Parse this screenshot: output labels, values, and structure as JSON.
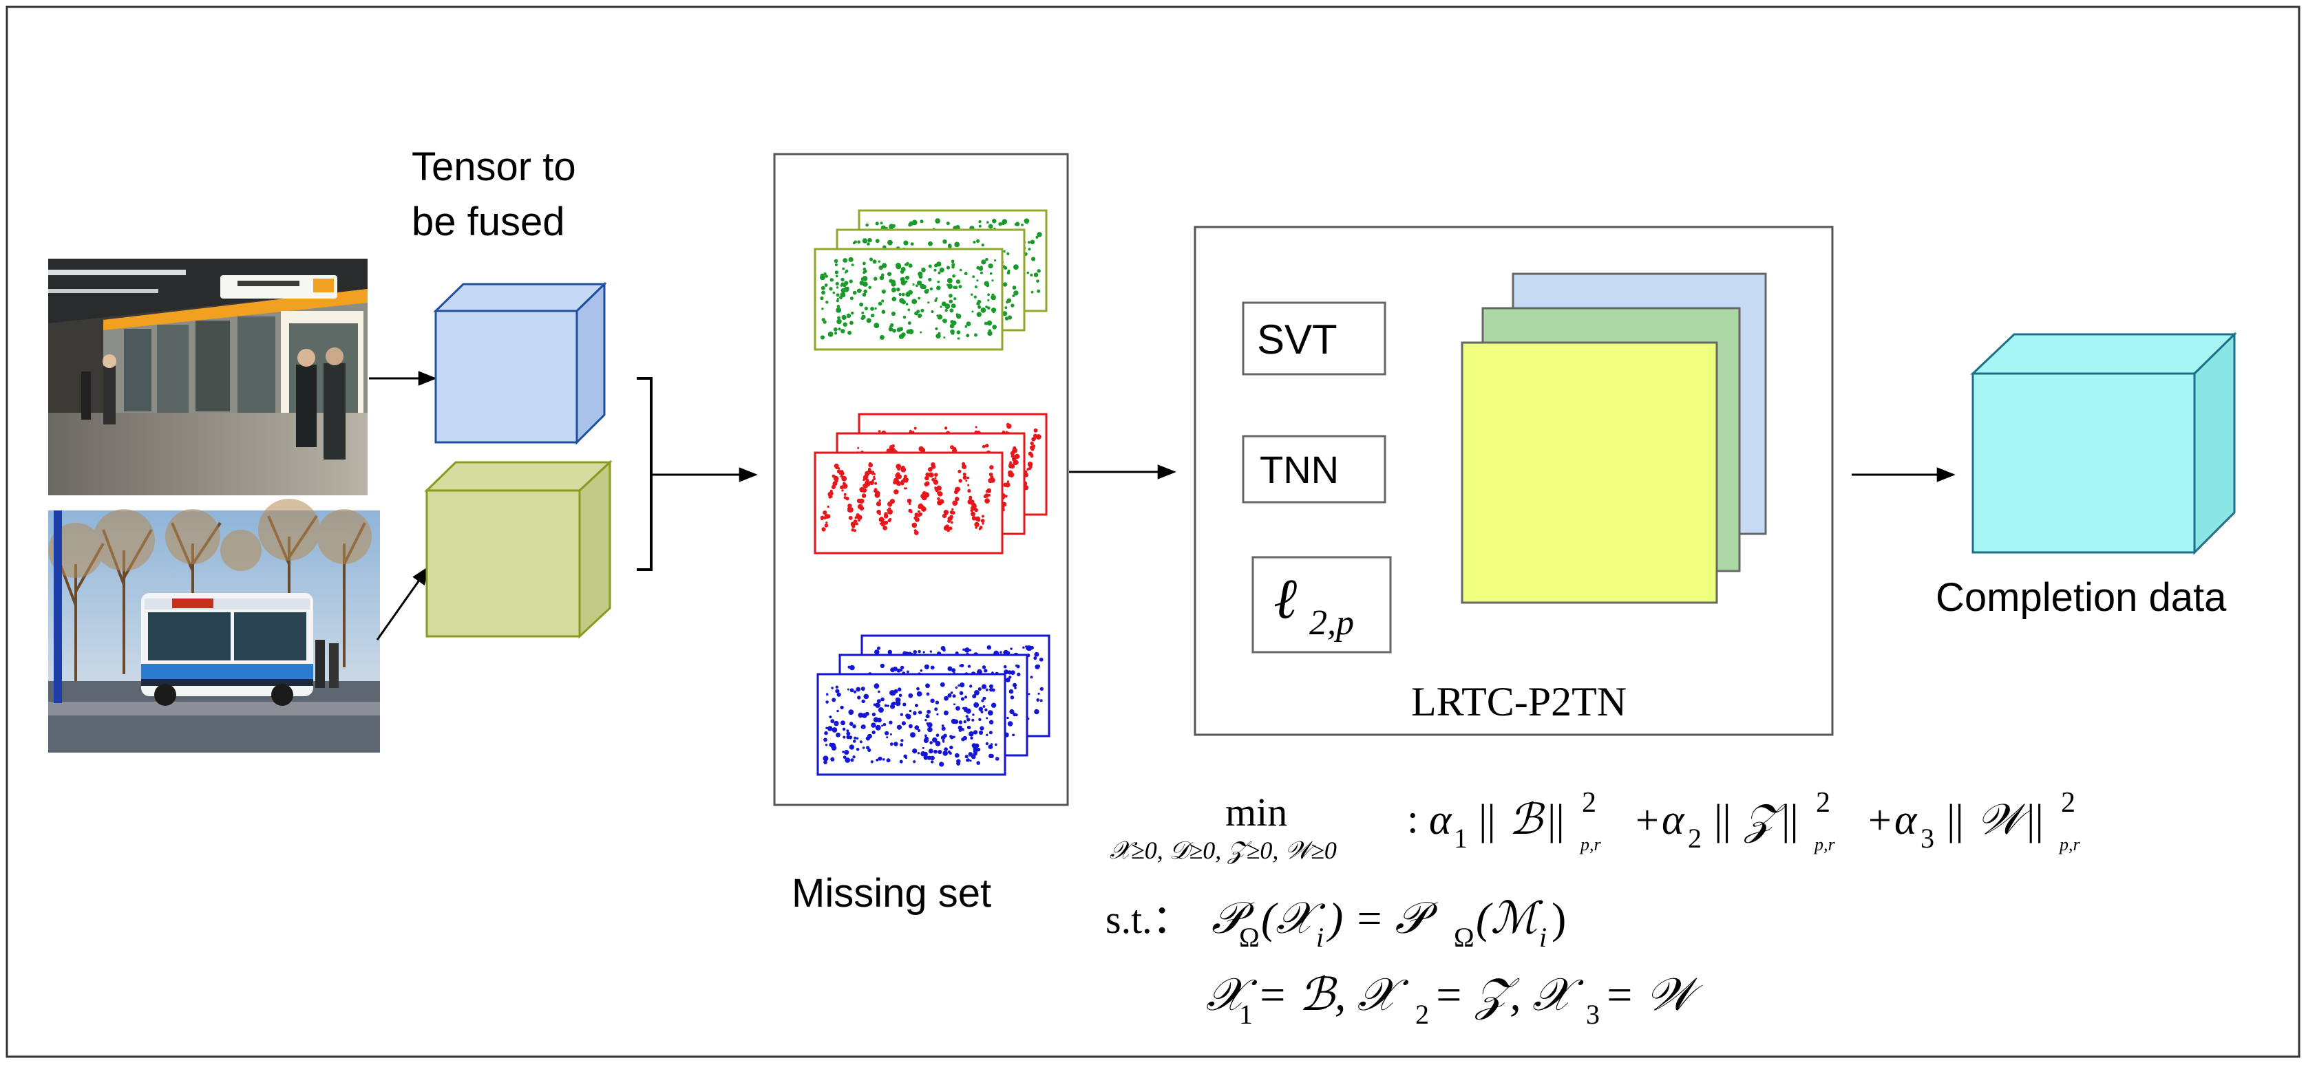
{
  "labels": {
    "tensor_title_line1": "Tensor to",
    "tensor_title_line2": "be fused",
    "missing_set": "Missing set",
    "completion": "Completion data",
    "method_name": "LRTC-P2TN"
  },
  "methods": {
    "svt": "SVT",
    "tnn": "TNN",
    "l2p_symbol": "ℓ",
    "l2p_subscript": "2,p"
  },
  "formula": {
    "min": "min",
    "min_sub": "𝒳≥0, 𝒟≥0, 𝒵≥0, 𝒲≥0",
    "objective_colon": ":",
    "alpha": "α",
    "a1": "1",
    "a2": "2",
    "a3": "3",
    "plus": "+",
    "norm": "||",
    "B": "ℬ",
    "Z": "𝒵",
    "W": "𝒲",
    "sup2": "2",
    "sub_pr": "p,r",
    "st": "s.t.：",
    "constraint1": "𝒫Ω(𝒳i) = 𝒫Ω(ℳi)",
    "constraint1_lhs": "𝒫",
    "omega": "Ω",
    "x_i": "(𝒳",
    "i_sub": "i",
    "rhs_open": ") = 𝒫",
    "m_i": "(ℳ",
    "close": ")",
    "constraint2_x1": "𝒳",
    "c2_1": "1",
    "c2_eqB": " = ℬ, 𝒳",
    "c2_2": "2",
    "c2_eqZ": " = 𝒵, 𝒳",
    "c2_3": "3",
    "c2_eqW": " = 𝒲"
  },
  "colors": {
    "cube_blue": "#c5d9f6",
    "cube_olive": "#d4dca0",
    "cube_cyan": "#a6f6f6",
    "green_points": "#1a9a2a",
    "red_points": "#e8161a",
    "blue_points": "#1515d6",
    "layer_blue": "#c8dbf5",
    "layer_green": "#acd8a6",
    "layer_yellow": "#eefe7e"
  },
  "images": {
    "subway": "subway-platform-photo",
    "bus": "city-bus-photo"
  }
}
